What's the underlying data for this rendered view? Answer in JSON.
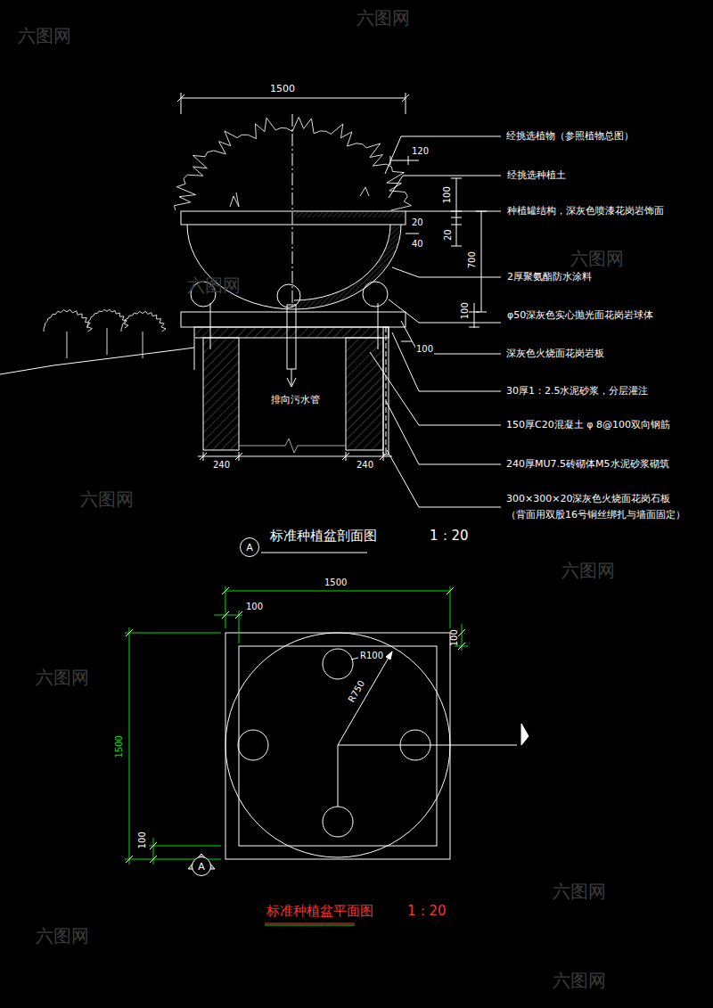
{
  "diagram": {
    "nodes": [
      {
        "text": [
          "A"
        ]
      },
      {
        "text": [
          "A"
        ]
      }
    ],
    "labels": [
      "1500",
      "经挑选植物（参照植物总图）",
      "120",
      "经挑选种植土",
      "100",
      "种植罐结构，深灰色喷漆花岗岩饰面",
      "20",
      "20",
      "40",
      "700",
      "2厚聚氨酯防水涂料",
      "100",
      "φ50深灰色实心抛光面花岗岩球体",
      "100",
      "深灰色火烧面花岗岩板",
      "30厚1：2.5水泥砂浆，分层灌注",
      "排向污水管",
      "150厚C20混凝土 φ 8@100双向钢筋",
      "240厚MU7.5砖砌体M5水泥砂浆砌筑",
      "240",
      "240",
      "300×300×20深灰色火烧面花岗石板",
      "（背面用双股16号铜丝绑扎与墙面固定）",
      "标准种植盆剖面图",
      "1：20",
      "1500",
      "100",
      "100",
      "R100",
      "R750",
      "1500",
      "100",
      "标准种植盆平面图",
      "1：20",
      "六图网",
      "六图网",
      "六图网",
      "六图网",
      "六图网",
      "六图网",
      "六图网",
      "六图网",
      "六图网",
      "六图网"
    ]
  }
}
